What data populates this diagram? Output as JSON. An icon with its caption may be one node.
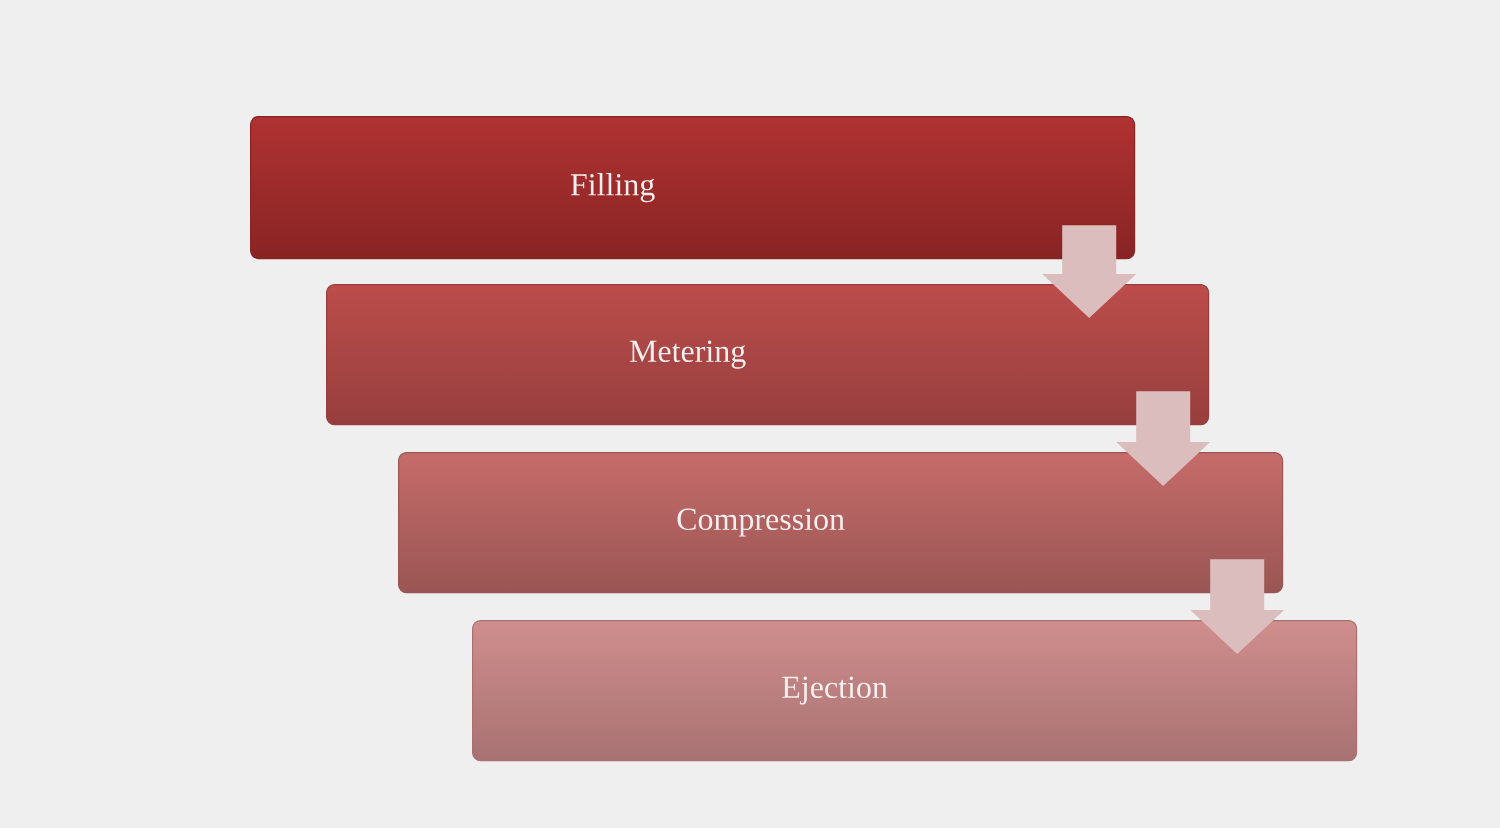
{
  "diagram": {
    "nodes": [
      {
        "text": [
          "Filling"
        ]
      },
      {
        "text": [
          "Metering"
        ]
      },
      {
        "text": [
          "Compression"
        ]
      },
      {
        "text": [
          "Ejection"
        ]
      }
    ],
    "edges": [
      {
        "from": 0,
        "to": 1,
        "arrow": "to"
      },
      {
        "from": 1,
        "to": 2,
        "arrow": "to"
      },
      {
        "from": 2,
        "to": 3,
        "arrow": "to"
      }
    ]
  }
}
